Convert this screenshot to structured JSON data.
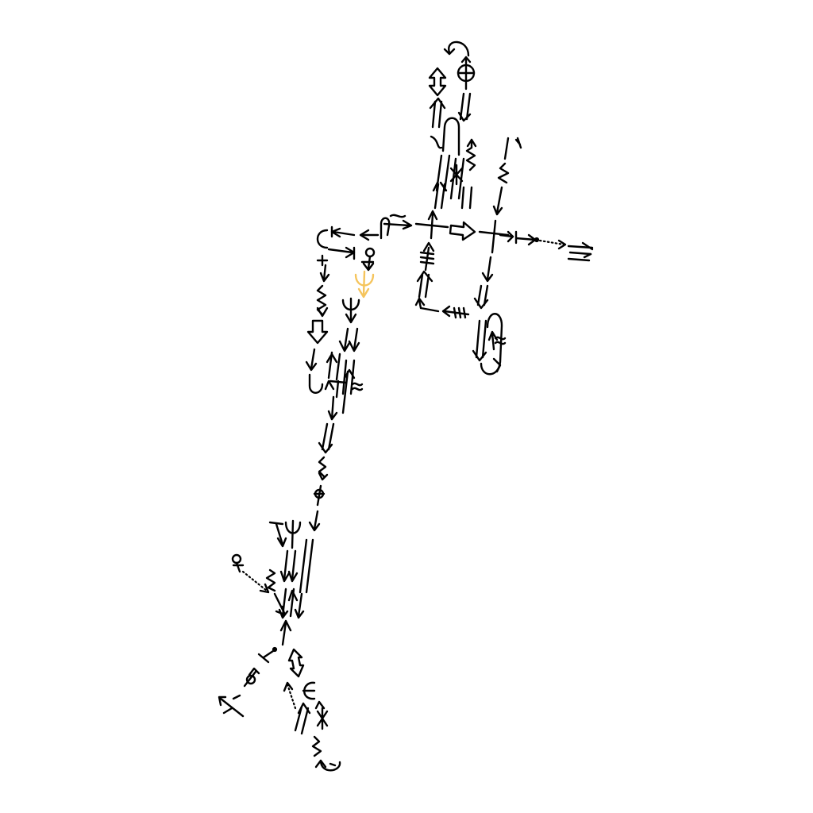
{
  "diagram": {
    "type": "arrow-glyph-network",
    "background": "#ffffff",
    "line_color": "#000000",
    "highlight_color": "#f5c45c",
    "highlighted_glyph": "trident-down-arrow",
    "glyph_kinds": [
      "double-arrow",
      "triple-arrow",
      "hollow-arrow",
      "trident-arrow",
      "squiggle-arrow",
      "barred-arrow",
      "feathered-arrow",
      "dotted-arrow",
      "hook-arrow",
      "circle-arrow",
      "asterisk-arrow",
      "curved-arrow"
    ]
  }
}
